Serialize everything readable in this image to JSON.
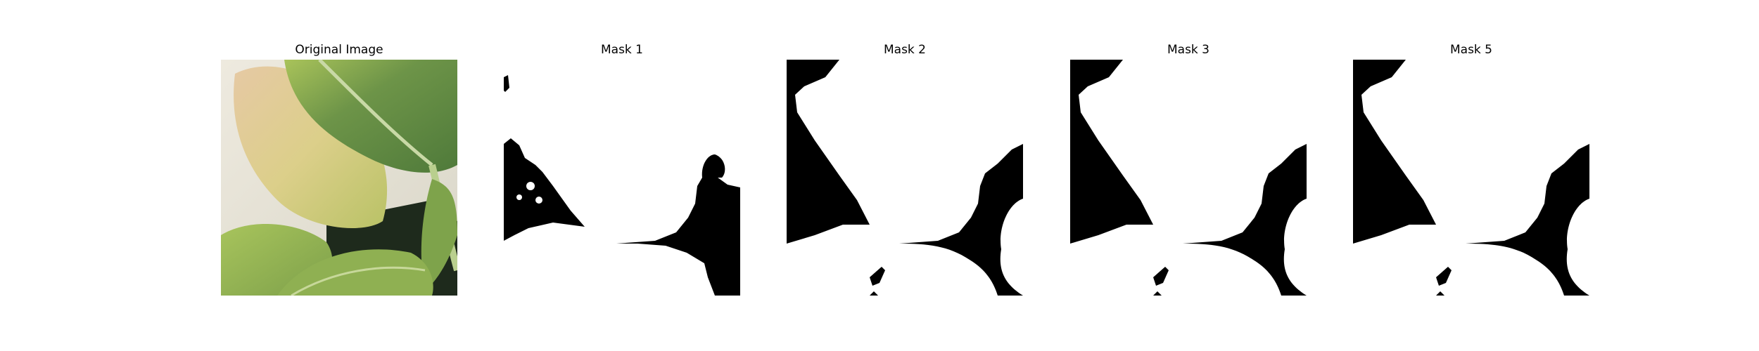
{
  "panels": [
    {
      "title": "Original Image"
    },
    {
      "title": "Mask 1"
    },
    {
      "title": "Mask 2"
    },
    {
      "title": "Mask 3"
    },
    {
      "title": "Mask 5"
    }
  ],
  "colors": {
    "background": "#ffffff",
    "mask_fg": "#000000",
    "mask_bg": "#ffffff",
    "leaf_green": "#7fa24a",
    "leaf_yellow": "#d9c98a",
    "backdrop": "#ece8dc"
  }
}
